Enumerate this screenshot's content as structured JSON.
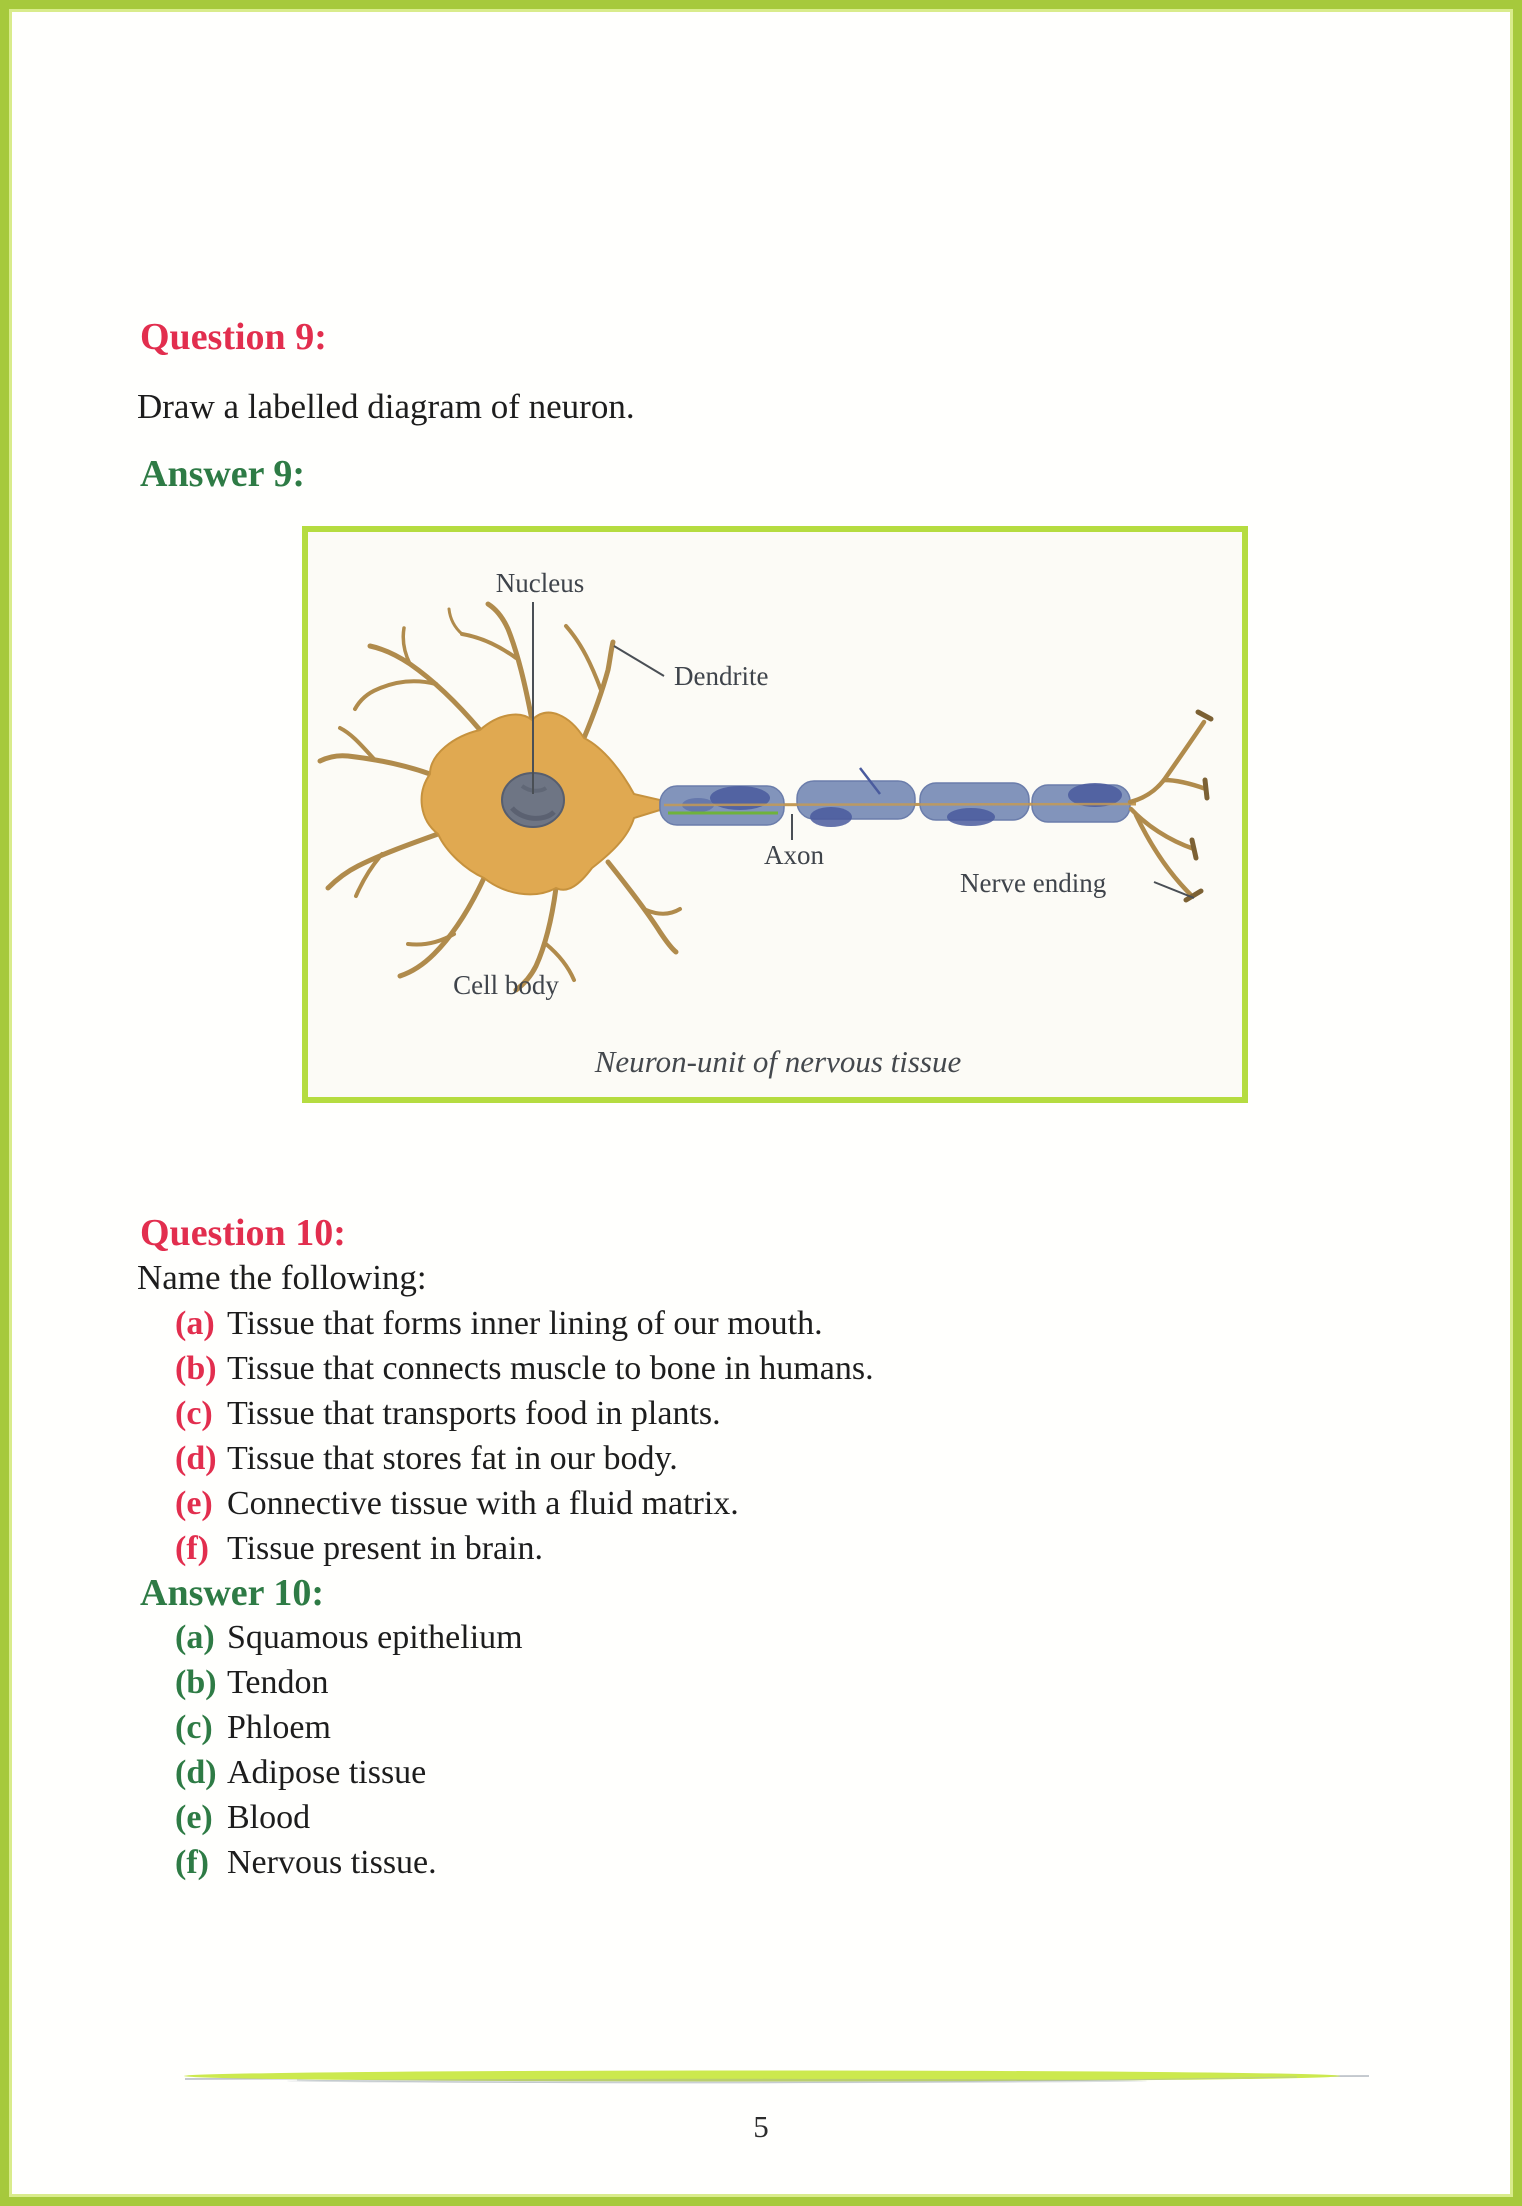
{
  "page": {
    "number": "5",
    "border_color": "#a6c93c",
    "accent_red": "#e22e4e",
    "accent_green": "#2e7b45"
  },
  "q9": {
    "heading": "Question 9:",
    "body": "Draw a labelled diagram of neuron.",
    "answer_heading": "Answer 9:"
  },
  "diagram": {
    "labels": {
      "nucleus": "Nucleus",
      "dendrite": "Dendrite",
      "axon": "Axon",
      "nerve_ending": "Nerve ending",
      "cell_body": "Cell body"
    },
    "caption": "Neuron-unit of nervous tissue",
    "colors": {
      "box_border": "#b5dc40",
      "cell_body": "#e0a951",
      "nucleus": "#6e7584",
      "myelin": "#8294bb",
      "myelin_dark": "#4a5b9e",
      "branch": "#b08b4c",
      "axon_line": "#c49a55",
      "accent_green_line": "#6fb23c"
    }
  },
  "q10": {
    "heading": "Question 10:",
    "intro": "Name the following:",
    "items": [
      {
        "marker": "(a)",
        "text": "Tissue that forms inner lining of our mouth."
      },
      {
        "marker": "(b)",
        "text": "Tissue that connects muscle to bone in humans."
      },
      {
        "marker": "(c)",
        "text": "Tissue that transports food in plants."
      },
      {
        "marker": "(d)",
        "text": "Tissue that stores fat in our body."
      },
      {
        "marker": "(e)",
        "text": "Connective tissue with a fluid matrix."
      },
      {
        "marker": "(f)",
        "text": "Tissue present in brain."
      }
    ],
    "answer_heading": "Answer 10:",
    "answers": [
      {
        "marker": "(a)",
        "text": "Squamous epithelium"
      },
      {
        "marker": "(b)",
        "text": "Tendon"
      },
      {
        "marker": "(c)",
        "text": "Phloem"
      },
      {
        "marker": "(d)",
        "text": "Adipose tissue"
      },
      {
        "marker": "(e)",
        "text": "Blood"
      },
      {
        "marker": "(f)",
        "text": "Nervous tissue."
      }
    ]
  }
}
